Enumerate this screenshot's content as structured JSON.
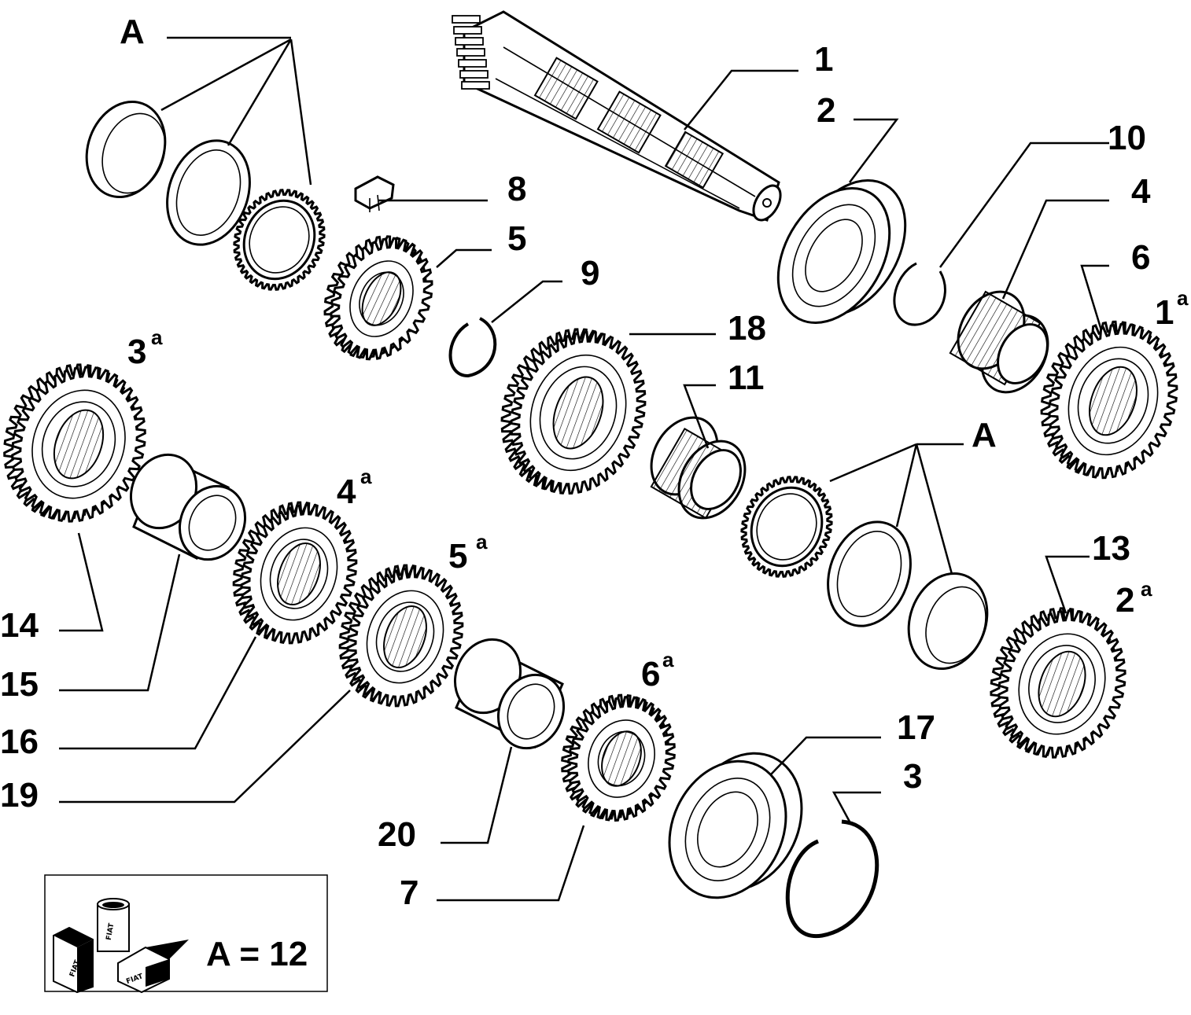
{
  "callouts": {
    "c1": "1",
    "c2": "2",
    "c3": "3",
    "c4": "4",
    "c5": "5",
    "c6": "6",
    "c7": "7",
    "c8": "8",
    "c9": "9",
    "c10": "10",
    "c11": "11",
    "c13": "13",
    "c14": "14",
    "c15": "15",
    "c16": "16",
    "c17": "17",
    "c18": "18",
    "c19": "19",
    "c20": "20",
    "a_top": "A",
    "a_mid": "A"
  },
  "gears": {
    "first": {
      "num": "1",
      "sup": "a"
    },
    "second": {
      "num": "2",
      "sup": "a"
    },
    "third": {
      "num": "3",
      "sup": "a"
    },
    "fourth": {
      "num": "4",
      "sup": "a"
    },
    "fifth": {
      "num": "5",
      "sup": "a"
    },
    "sixth": {
      "num": "6",
      "sup": "a"
    }
  },
  "legend": {
    "text": "A = 12",
    "brand_text": "FIAT",
    "icon": "fiat-parts-kit-icon"
  }
}
